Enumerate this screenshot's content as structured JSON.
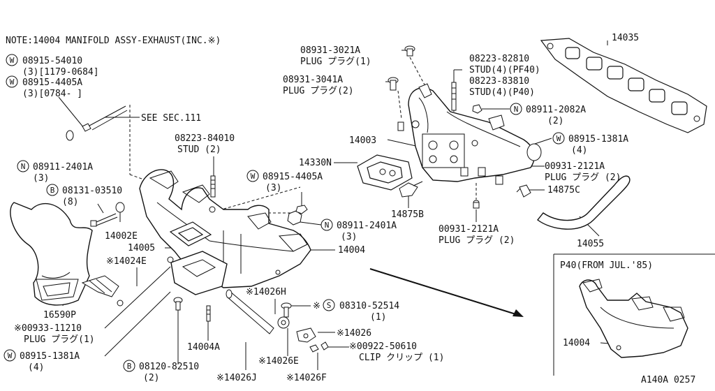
{
  "note": "NOTE:14004 MANIFOLD ASSY-EXHAUST(INC.※)",
  "inset_title": "P40(FROM JUL.'85)",
  "figure_code": "A140A 0257",
  "callouts": [
    {
      "id": "c1",
      "lines": [
        "08915-54010",
        "(3)[1179-0684]"
      ],
      "symbol": "W"
    },
    {
      "id": "c2",
      "lines": [
        "08915-4405A",
        "(3)[0784-     ]"
      ],
      "symbol": "W"
    },
    {
      "id": "c3",
      "lines": [
        "SEE SEC.111"
      ]
    },
    {
      "id": "c4",
      "lines": [
        "08911-2401A",
        "(3)"
      ],
      "symbol": "N"
    },
    {
      "id": "c5",
      "lines": [
        "08131-03510",
        "(8)"
      ],
      "symbol": "B"
    },
    {
      "id": "c6",
      "lines": [
        "14002E"
      ]
    },
    {
      "id": "c7",
      "lines": [
        "08223-84010",
        "STUD (2)"
      ]
    },
    {
      "id": "c8",
      "lines": [
        "14005"
      ]
    },
    {
      "id": "c9",
      "lines": [
        "※14024E"
      ]
    },
    {
      "id": "c10",
      "lines": [
        "16590P"
      ]
    },
    {
      "id": "c11",
      "lines": [
        "※00933-11210",
        "PLUG プラグ(1)"
      ]
    },
    {
      "id": "c12",
      "lines": [
        "08915-1381A",
        "(4)"
      ],
      "symbol": "W"
    },
    {
      "id": "c13",
      "lines": [
        "08120-82510",
        "(2)"
      ],
      "symbol": "B"
    },
    {
      "id": "c14",
      "lines": [
        "14004A"
      ]
    },
    {
      "id": "c15",
      "lines": [
        "※14026J"
      ]
    },
    {
      "id": "c16",
      "lines": [
        "※14026E"
      ]
    },
    {
      "id": "c17",
      "lines": [
        "※14026F"
      ]
    },
    {
      "id": "c18",
      "lines": [
        "※14026H"
      ]
    },
    {
      "id": "c19",
      "lines": [
        "※",
        "08310-52514",
        "(1)"
      ],
      "symbol": "S"
    },
    {
      "id": "c20",
      "lines": [
        "※14026"
      ]
    },
    {
      "id": "c21",
      "lines": [
        "※00922-50610",
        "CLIP クリップ (1)"
      ]
    },
    {
      "id": "c22",
      "lines": [
        "14004"
      ]
    },
    {
      "id": "c23",
      "lines": [
        "08911-2401A",
        "(3)"
      ],
      "symbol": "N"
    },
    {
      "id": "c24",
      "lines": [
        "08915-4405A",
        "(3)"
      ],
      "symbol": "W"
    },
    {
      "id": "c25",
      "lines": [
        "14330N"
      ]
    },
    {
      "id": "c26",
      "lines": [
        "14875B"
      ]
    },
    {
      "id": "c27",
      "lines": [
        "00931-2121A",
        "PLUG プラグ (2)"
      ]
    },
    {
      "id": "c28",
      "lines": [
        "14003"
      ]
    },
    {
      "id": "c29",
      "lines": [
        "08931-3021A",
        "PLUG プラグ(1)"
      ]
    },
    {
      "id": "c30",
      "lines": [
        "08931-3041A",
        "PLUG プラグ(2)"
      ]
    },
    {
      "id": "c31",
      "lines": [
        "08223-82810",
        "STUD(4)(PF40)",
        "08223-83810",
        "STUD(4)(P40)"
      ]
    },
    {
      "id": "c32",
      "lines": [
        "08911-2082A",
        "(2)"
      ],
      "symbol": "N"
    },
    {
      "id": "c33",
      "lines": [
        "08915-1381A",
        "(4)"
      ],
      "symbol": "W"
    },
    {
      "id": "c34",
      "lines": [
        "00931-2121A",
        "PLUG プラグ (2)"
      ]
    },
    {
      "id": "c35",
      "lines": [
        "14875C"
      ]
    },
    {
      "id": "c36",
      "lines": [
        "14055"
      ]
    },
    {
      "id": "c37",
      "lines": [
        "14035"
      ]
    },
    {
      "id": "c38",
      "lines": [
        "14004"
      ]
    }
  ]
}
